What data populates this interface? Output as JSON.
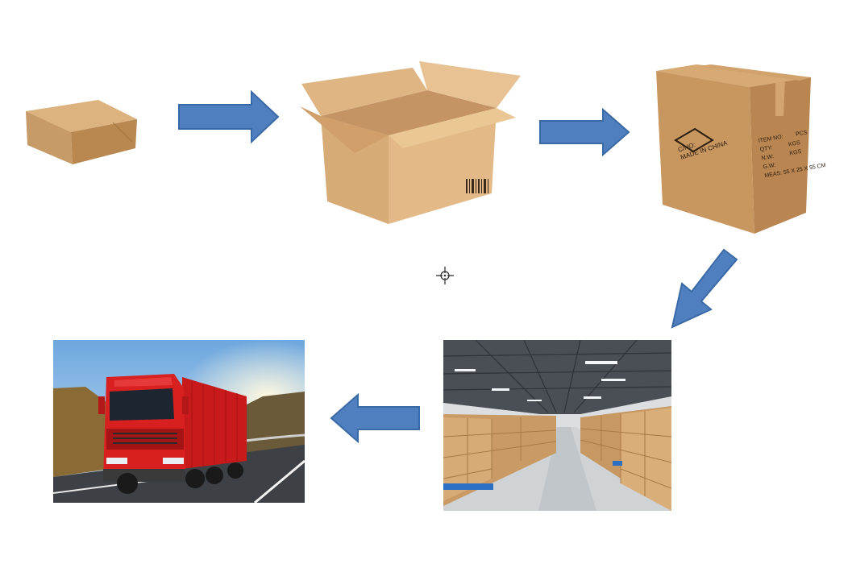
{
  "steps": [
    {
      "name": "small-product-box"
    },
    {
      "name": "open-shipping-carton"
    },
    {
      "name": "sealed-export-carton",
      "labels": {
        "mark": "C/NO:",
        "origin": "MADE IN CHINA",
        "spec_lines": [
          "ITEM NO:",
          "QTY:",
          "N.W:",
          "G.W:",
          "MEAS:"
        ],
        "spec_units": [
          "PCS",
          "KGS",
          "KGS",
          "55 X 25 X 55 CM"
        ]
      }
    },
    {
      "name": "warehouse-photo"
    },
    {
      "name": "red-truck-photo"
    }
  ],
  "arrows": [
    {
      "direction": "right",
      "icon": "right-arrow-icon"
    },
    {
      "direction": "right",
      "icon": "right-arrow-icon"
    },
    {
      "direction": "down-left",
      "icon": "down-left-arrow-icon"
    },
    {
      "direction": "left",
      "icon": "left-arrow-icon"
    }
  ],
  "cursor": {
    "icon": "crosshair-move-cursor-icon"
  },
  "colors": {
    "arrow_fill": "#4f7fbf",
    "arrow_stroke": "#3a6aa6",
    "carton_light": "#dcae7a",
    "carton_mid": "#c99a64",
    "carton_dark": "#b8844e",
    "truck_red": "#d92020",
    "sky_top": "#6ea7de",
    "sky_bottom": "#cfe4f6",
    "warehouse_ceiling": "#4a4f55",
    "warehouse_floor": "#cfd3d6"
  }
}
